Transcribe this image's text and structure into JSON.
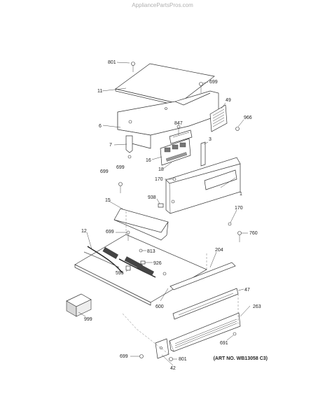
{
  "header": {
    "site": "AppliancePartsPros.com"
  },
  "art_number": "(ART NO. WB13058 C3)",
  "callouts": {
    "c801_top": "801",
    "c11": "11",
    "c699_top": "699",
    "c49": "49",
    "c966": "966",
    "c6": "6",
    "c847": "847",
    "c3": "3",
    "c7": "7",
    "c699_left": "699",
    "c16": "16",
    "c18": "18",
    "c699_mid": "699",
    "c170_a": "170",
    "c1": "1",
    "c15": "15",
    "c938": "938",
    "c170_b": "170",
    "c12": "12",
    "c699_c": "699",
    "c760": "760",
    "c813": "813",
    "c926": "926",
    "c204": "204",
    "c595": "595",
    "c47": "47",
    "c600": "600",
    "c263": "263",
    "c999": "999",
    "c691": "691",
    "c699_bot": "699",
    "c42": "42",
    "c801_bot": "801"
  }
}
